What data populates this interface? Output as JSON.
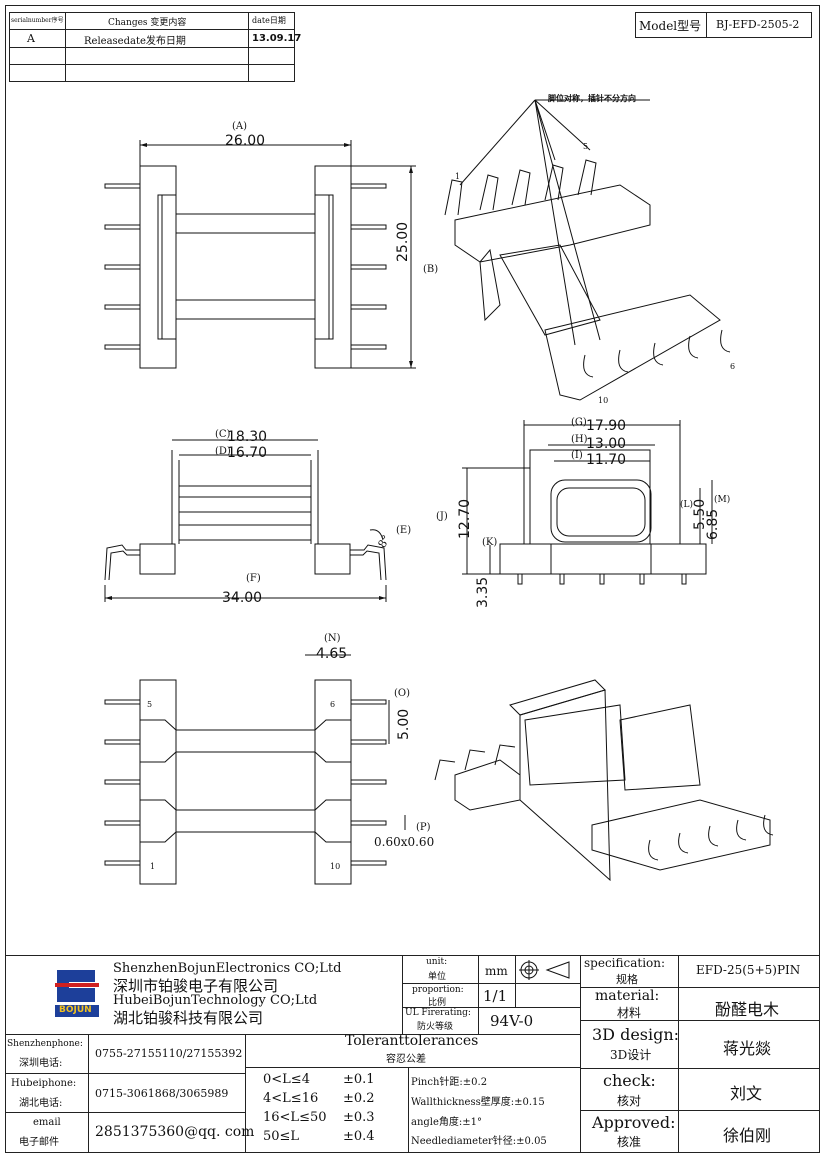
{
  "revision": {
    "col_serial": "serialnumber序号",
    "col_changes": "Changes 变更内容",
    "col_date": "date日期",
    "rows": [
      {
        "serial": "A",
        "change": "Releasedate发布日期",
        "date": "13.09.17"
      },
      {
        "serial": "",
        "change": "",
        "date": ""
      },
      {
        "serial": "",
        "change": "",
        "date": ""
      }
    ]
  },
  "model": {
    "label": "Model型号",
    "value": "BJ-EFD-2505-2"
  },
  "drawing": {
    "note": "脚位对称，插针不分方向",
    "dims": {
      "A": "(A)",
      "A_val": "26.00",
      "B": "(B)",
      "B_val": "25.00",
      "C": "(C)",
      "C_val": "18.30",
      "D": "(D)",
      "D_val": "16.70",
      "E": "(E)",
      "E_val": "8°",
      "F": "(F)",
      "F_val": "34.00",
      "G": "(G)",
      "G_val": "17.90",
      "H": "(H)",
      "H_val": "13.00",
      "I": "(I)",
      "I_val": "11.70",
      "J": "(J)",
      "J_val": "12.70",
      "K": "(K)",
      "K_val": "3.35",
      "L": "(L)",
      "L_val": "5.50",
      "M": "(M)",
      "M_val": "6.85",
      "N": "(N)",
      "N_val": "4.65",
      "O": "(O)",
      "O_val": "5.00",
      "P": "(P)",
      "P_val": "0.60x0.60"
    },
    "pins": {
      "p1": "1",
      "p5": "5",
      "p6": "6",
      "p10": "10"
    }
  },
  "title_block": {
    "company": {
      "line1": "ShenzhenBojunElectronics CO;Ltd",
      "line2": "深圳市铂骏电子有限公司",
      "line3": "HubeiBojunTechnology CO;Ltd",
      "line4": "湖北铂骏科技有限公司",
      "logo_text": "BOJUN"
    },
    "unit": {
      "label": "unit:",
      "label_cn": "单位",
      "value": "mm"
    },
    "proportion": {
      "label": "proportion:",
      "label_cn": "比例",
      "value": "1/1"
    },
    "ul": {
      "label": "UL Firerating:",
      "label_cn": "防火等级",
      "value": "94V-0"
    },
    "specification": {
      "label": "specification:",
      "label_cn": "规格",
      "value": "EFD-25(5+5)PIN"
    },
    "material": {
      "label": "material:",
      "label_cn": "材料",
      "value": "酚醛电木"
    },
    "design": {
      "label": "3D design:",
      "label_cn": "3D设计",
      "value": "蒋光燚"
    },
    "check": {
      "label": "check:",
      "label_cn": "核对",
      "value": "刘文"
    },
    "approved": {
      "label": "Approved:",
      "label_cn": "核准",
      "value": "徐伯刚"
    },
    "contacts": [
      {
        "label": "Shenzhenphone:",
        "label_cn": "深圳电话:",
        "value": "0755-27155110/27155392"
      },
      {
        "label": "Hubeiphone:",
        "label_cn": "湖北电话:",
        "value": "0715-3061868/3065989"
      },
      {
        "label": "email",
        "label_cn": "电子邮件",
        "value": "2851375360@qq. com"
      }
    ],
    "tolerances": {
      "title": "Toleranttolerances",
      "title_cn": "容忍公差",
      "ranges": [
        {
          "range": "0<L≤4",
          "tol": "±0.1"
        },
        {
          "range": "4<L≤16",
          "tol": "±0.2"
        },
        {
          "range": "16<L≤50",
          "tol": "±0.3"
        },
        {
          "range": "50≤L",
          "tol": "±0.4"
        }
      ],
      "notes": [
        "Pinch针距:±0.2",
        "Wallthickness壁厚度:±0.15",
        "angle角度:±1°",
        "Needlediameter针径:±0.05"
      ]
    }
  }
}
